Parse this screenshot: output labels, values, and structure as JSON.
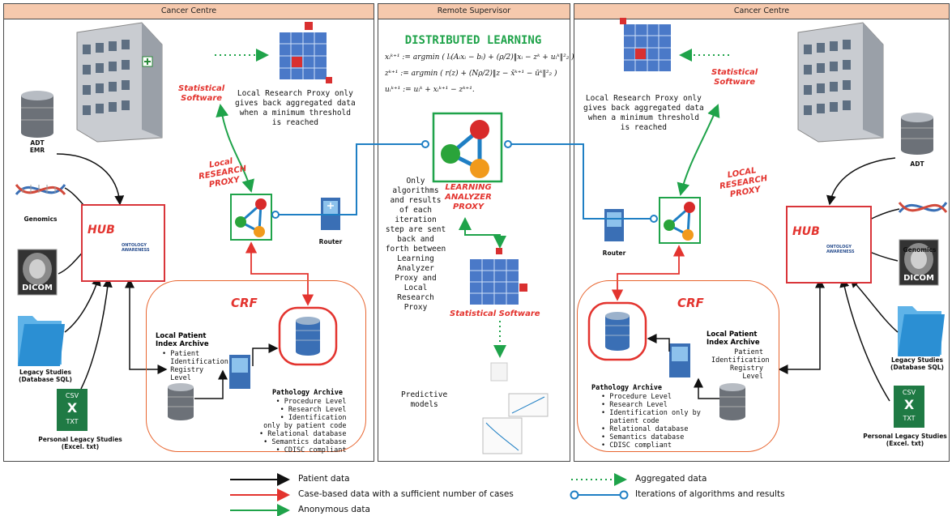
{
  "panels": {
    "left": {
      "title": "Cancer Centre"
    },
    "middle": {
      "title": "Remote Supervisor"
    },
    "right": {
      "title": "Cancer Centre"
    }
  },
  "left": {
    "stat_software": "Statistical\nSoftware",
    "proxy_note": "Local Research Proxy only\ngives back aggregated data\nwhen a minimum threshold\nis reached",
    "adt": "ADT\nEMR",
    "genomics": "Genomics",
    "dicom": "DICOM",
    "legacy": "Legacy Studies\n(Database SQL)",
    "personal_legacy": "Personal Legacy Studies\n(Excel. txt)",
    "excel_top": "CSV",
    "excel_x": "X",
    "excel_bottom": "TXT",
    "hub": "HUB",
    "ontology": "ONTOLOGY\nAWARENESS",
    "local_research_proxy": "Local\nRESEARCH\nPROXY",
    "router": "Router",
    "crf": "CRF",
    "lpia_title": "Local Patient\nIndex Archive",
    "lpia_items": [
      "• Patient",
      "  Identification",
      "• Registry",
      "  Level"
    ],
    "pathology_title": "Pathology Archive",
    "pathology_items": [
      "• Procedure Level",
      "• Research Level",
      "• Identification",
      "only by patient code",
      "• Relational database",
      "• Semantics database",
      "• CDISC compliant"
    ]
  },
  "middle": {
    "title": "DISTRIBUTED LEARNING",
    "eq1": "xᵢᵏ⁺¹ := argmin ( lᵢ(Aᵢxᵢ − bᵢ) + (ρ/2)‖xᵢ − zᵏ + uᵢᵏ‖²₂ )",
    "eq2": "zᵏ⁺¹ := argmin ( r(z) + (Nρ/2)‖z − x̄ᵏ⁺¹ − ūᵏ‖²₂ )",
    "eq3": "uᵢᵏ⁺¹ := uᵢᵏ + xᵢᵏ⁺¹ − zᵏ⁺¹.",
    "note": "Only\nalgorithms\nand results\nof each\niteration\nstep are sent\nback and\nforth between\nLearning\nAnalyzer\nProxy and\nLocal\nResearch\nProxy",
    "lap": "LEARNING\nANALYZER\nPROXY",
    "stat_software": "Statistical Software",
    "predictive": "Predictive\nmodels"
  },
  "right": {
    "stat_software": "Statistical\nSoftware",
    "proxy_note": "Local Research Proxy only\ngives back aggregated data\nwhen a minimum threshold\nis reached",
    "adt": "ADT",
    "genomics": "Genomics",
    "dicom": "DICOM",
    "legacy": "Legacy Studies\n(Database SQL)",
    "personal_legacy": "Personal Legacy Studies\n(Excel. txt)",
    "excel_top": "CSV",
    "excel_x": "X",
    "excel_bottom": "TXT",
    "hub": "HUB",
    "ontology": "ONTOLOGY\nAWARENESS",
    "local_research_proxy": "LOCAL\nRESEARCH\nPROXY",
    "router": "Router",
    "crf": "CRF",
    "lpia_title": "Local Patient\nIndex Archive",
    "lpia_items": [
      "Patient",
      "Identification",
      "Registry",
      "Level"
    ],
    "pathology_title": "Pathology Archive",
    "pathology_items": [
      "• Procedure Level",
      "• Research Level",
      "• Identification only by",
      "  patient code",
      "• Relational database",
      "• Semantics database",
      "• CDISC compliant"
    ]
  },
  "legend": {
    "patient": "Patient data",
    "case": "Case-based data with a sufficient number of cases",
    "anon": "Anonymous data",
    "aggregated": "Aggregated data",
    "iterations": "Iterations of algorithms and results"
  },
  "colors": {
    "black": "#111111",
    "red": "#e3342f",
    "green": "#1fa34a",
    "blue": "#1f7fc4",
    "header": "#f6c9ad",
    "crf": "#e8652f"
  }
}
